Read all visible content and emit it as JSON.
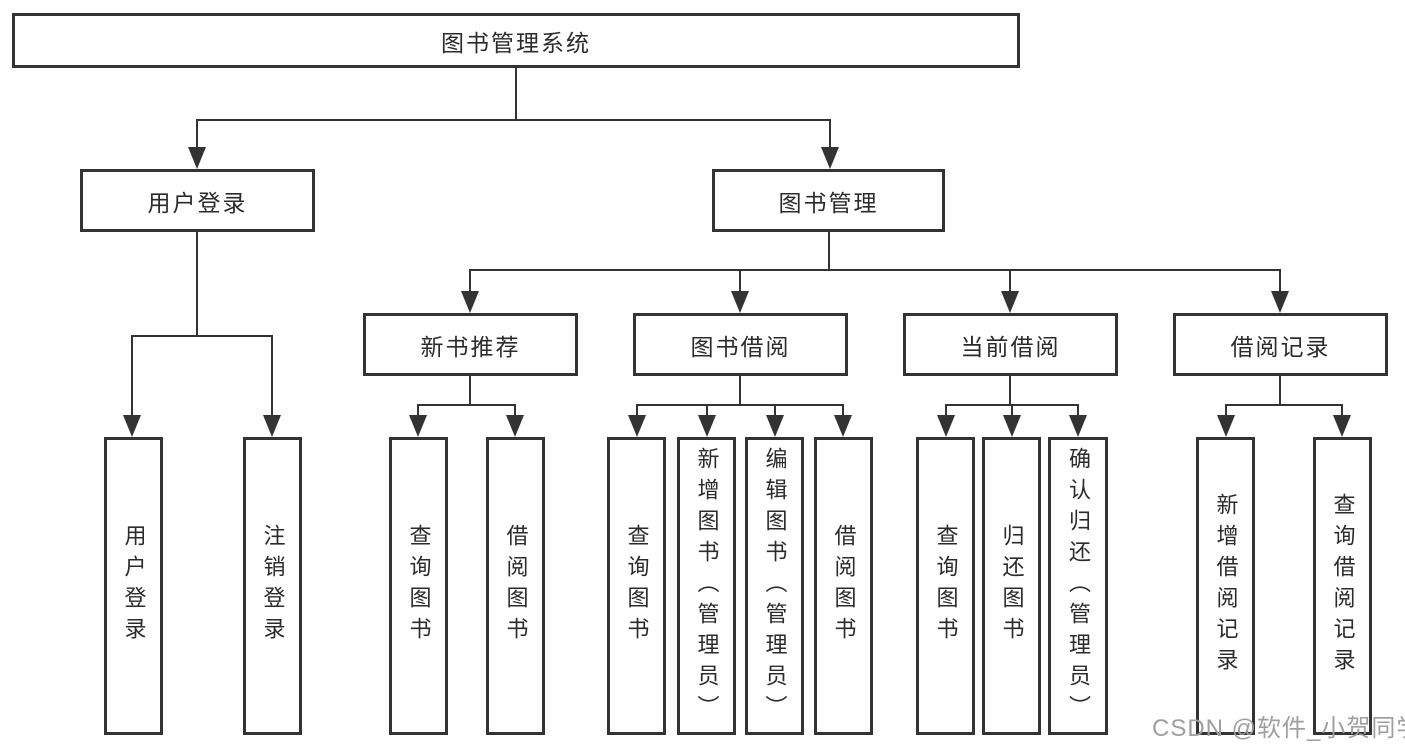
{
  "diagram_type": "hierarchy",
  "colors": {
    "line": "#333333",
    "box_border": "#333333",
    "text": "#2b2b2b",
    "watermark": "#9f9f9f",
    "background": "#ffffff"
  },
  "watermark": {
    "text": "CSDN @软件_小贺同学"
  },
  "tree": {
    "label": "图书管理系统",
    "children": [
      {
        "label": "用户登录",
        "children": [
          {
            "label": "用户登录"
          },
          {
            "label": "注销登录"
          }
        ]
      },
      {
        "label": "图书管理",
        "children": [
          {
            "label": "新书推荐",
            "children": [
              {
                "label": "查询图书"
              },
              {
                "label": "借阅图书"
              }
            ]
          },
          {
            "label": "图书借阅",
            "children": [
              {
                "label": "查询图书"
              },
              {
                "label": "新增图书（管理员）"
              },
              {
                "label": "编辑图书（管理员）"
              },
              {
                "label": "借阅图书"
              }
            ]
          },
          {
            "label": "当前借阅",
            "children": [
              {
                "label": "查询图书"
              },
              {
                "label": "归还图书"
              },
              {
                "label": "确认归还（管理员）"
              }
            ]
          },
          {
            "label": "借阅记录",
            "children": [
              {
                "label": "新增借阅记录"
              },
              {
                "label": "查询借阅记录"
              }
            ]
          }
        ]
      }
    ]
  }
}
